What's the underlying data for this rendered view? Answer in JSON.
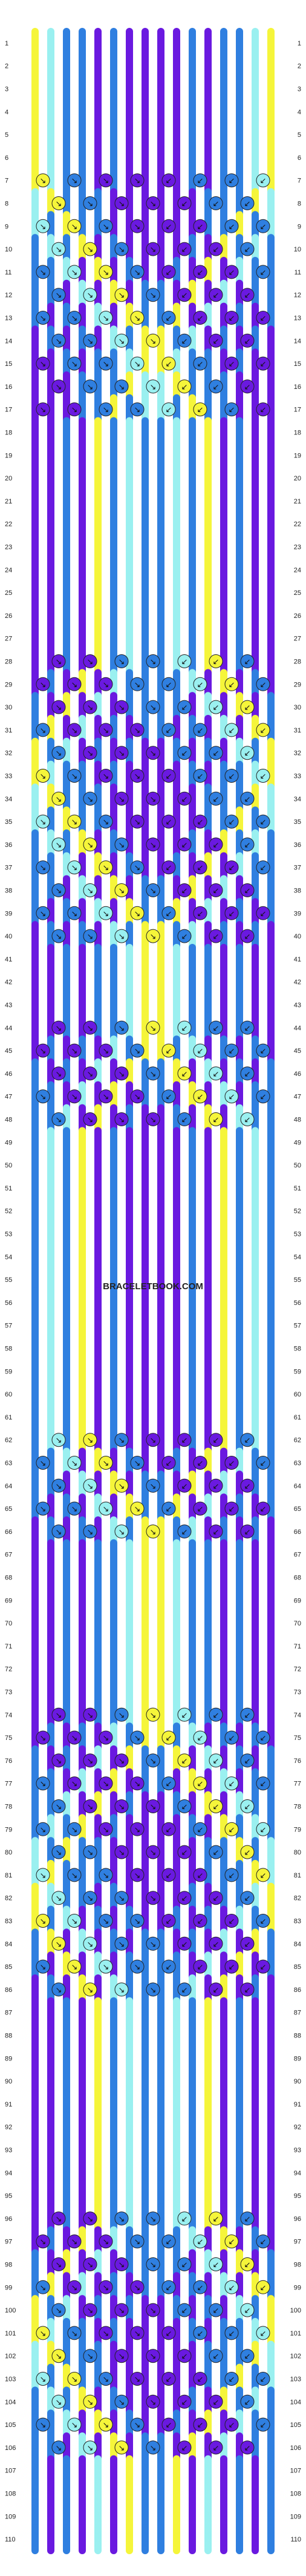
{
  "pattern": {
    "row_count": 110,
    "strand_count": 16,
    "colors": {
      "yellow": "#f5f53a",
      "cyan": "#9af0f0",
      "blue": "#2f7fe0",
      "purple": "#6a19e0",
      "outline": "#222222",
      "background": "#ffffff"
    },
    "string_order": [
      "yellow",
      "cyan",
      "blue",
      "blue",
      "purple",
      "blue",
      "purple",
      "purple",
      "purple",
      "purple",
      "blue",
      "purple",
      "blue",
      "blue",
      "cyan",
      "yellow"
    ],
    "motifs": [
      {
        "rows": [
          7,
          17
        ],
        "shape": "diamond-top"
      },
      {
        "rows": [
          28,
          40
        ],
        "shape": "diamond"
      },
      {
        "rows": [
          44,
          48
        ],
        "shape": "x-cross"
      },
      {
        "rows": [
          62,
          66
        ],
        "shape": "x-cross"
      },
      {
        "rows": [
          74,
          86
        ],
        "shape": "diamond"
      },
      {
        "rows": [
          96,
          106
        ],
        "shape": "diamond-bottom"
      }
    ]
  },
  "watermark": "BRACELETBOOK.COM",
  "icons": {
    "arrow_down_left": "↙",
    "arrow_down_right": "↘"
  }
}
